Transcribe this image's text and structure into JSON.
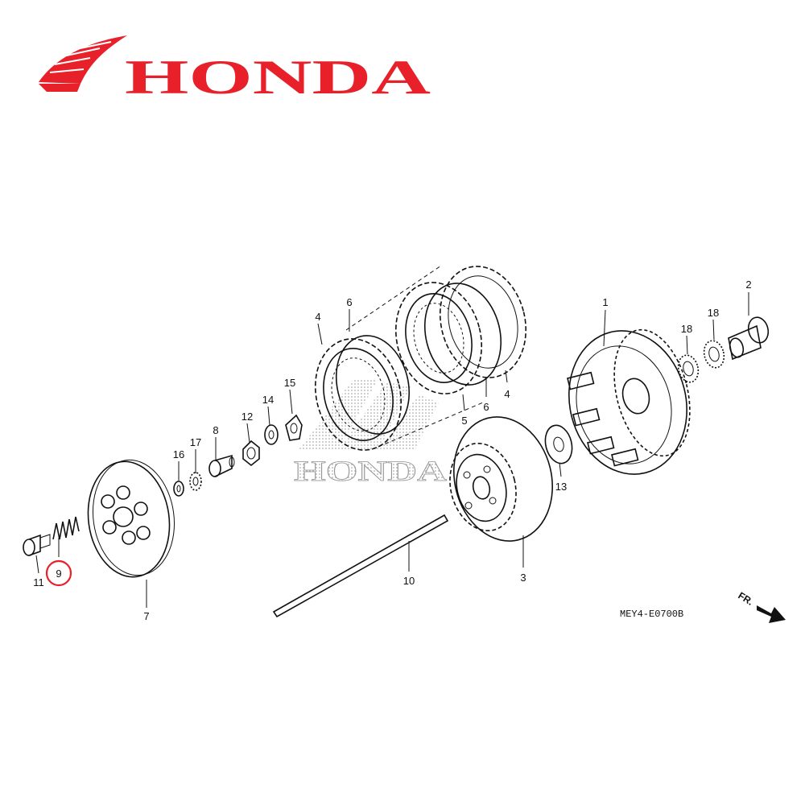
{
  "brand": {
    "name": "HONDA",
    "color": "#e8202a",
    "logo": "wing-logo"
  },
  "watermark": {
    "text": "HONDA"
  },
  "diagram_code": "MEY4-E0700B",
  "direction_label": "FR.",
  "highlighted_part": "9",
  "highlight_color": "#e8202a",
  "callouts": {
    "p1": "1",
    "p2": "2",
    "p3": "3",
    "p4a": "4",
    "p4b": "4",
    "p5": "5",
    "p6a": "6",
    "p6b": "6",
    "p7": "7",
    "p8": "8",
    "p9": "9",
    "p10": "10",
    "p11": "11",
    "p12": "12",
    "p13": "13",
    "p14": "14",
    "p15": "15",
    "p16": "16",
    "p17": "17",
    "p18a": "18",
    "p18b": "18"
  }
}
